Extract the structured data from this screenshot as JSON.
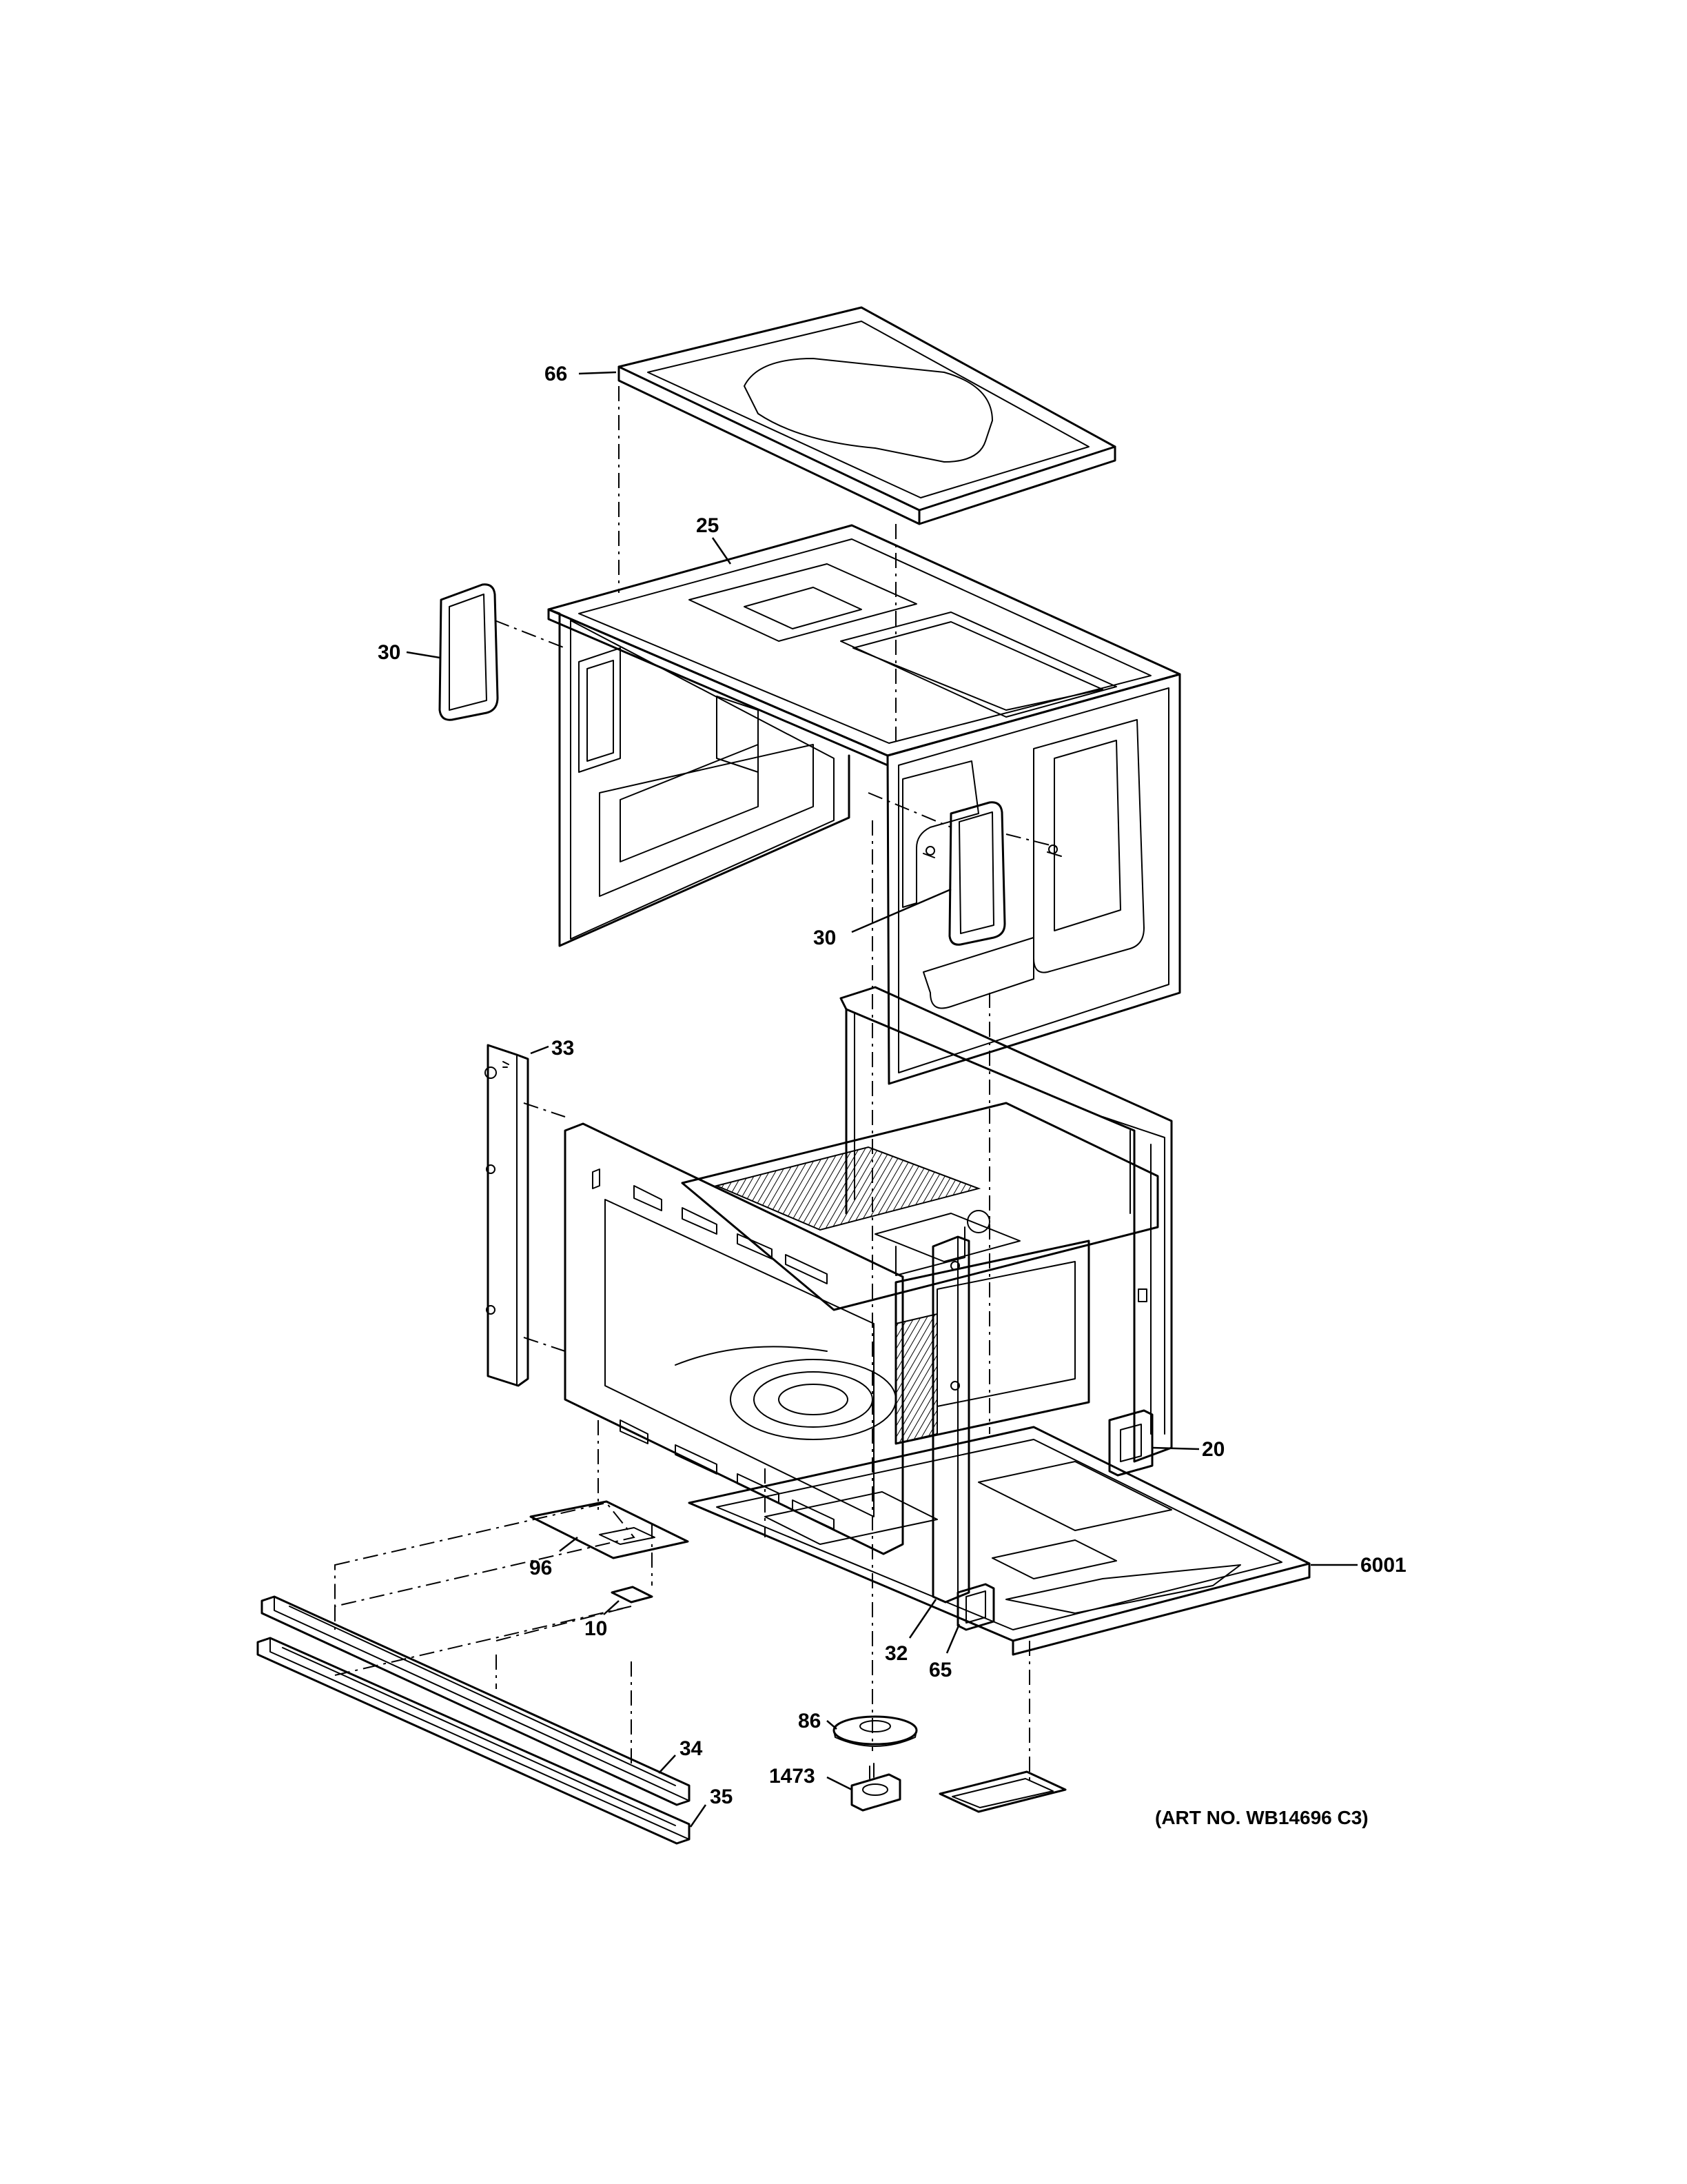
{
  "callouts": {
    "c66": "66",
    "c25": "25",
    "c30a": "30",
    "c30b": "30",
    "c33": "33",
    "c20": "20",
    "c6001": "6001",
    "c96": "96",
    "c10": "10",
    "c32": "32",
    "c65": "65",
    "c86": "86",
    "c1473": "1473",
    "c34": "34",
    "c35": "35"
  },
  "art_number": "(ART NO. WB14696 C3)"
}
